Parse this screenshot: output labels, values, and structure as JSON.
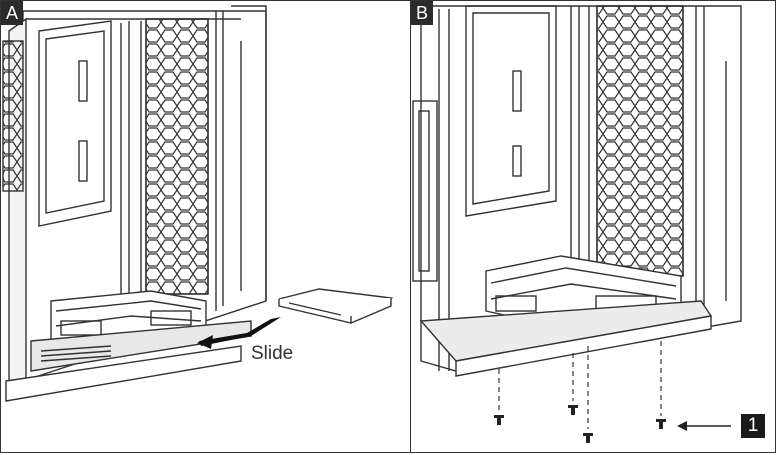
{
  "panels": [
    {
      "label": "A",
      "callout": "Slide"
    },
    {
      "label": "B",
      "callout": "1"
    }
  ]
}
